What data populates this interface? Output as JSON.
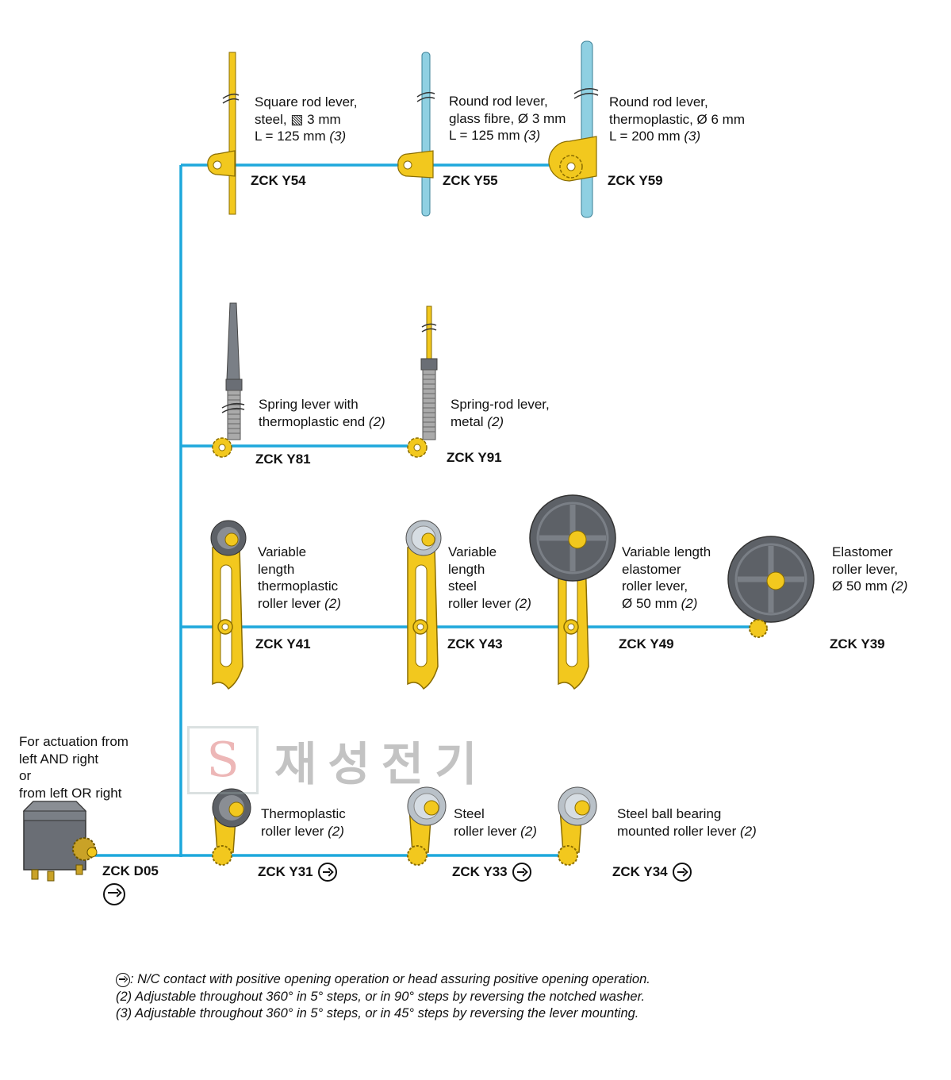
{
  "items": {
    "zcky54": {
      "code": "ZCK Y54",
      "lines": [
        "Square rod lever,",
        "steel, ▧ 3 mm",
        "L = 125 mm"
      ],
      "note": "(3)"
    },
    "zcky55": {
      "code": "ZCK Y55",
      "lines": [
        "Round rod lever,",
        "glass fibre, Ø 3 mm",
        "L = 125 mm"
      ],
      "note": "(3)"
    },
    "zcky59": {
      "code": "ZCK Y59",
      "lines": [
        "Round rod lever,",
        "thermoplastic, Ø 6 mm",
        "L = 200 mm"
      ],
      "note": "(3)"
    },
    "zcky81": {
      "code": "ZCK Y81",
      "lines": [
        "Spring lever with",
        "thermoplastic end"
      ],
      "note": "(2)"
    },
    "zcky91": {
      "code": "ZCK Y91",
      "lines": [
        "Spring-rod lever,",
        "metal"
      ],
      "note": "(2)"
    },
    "zcky41": {
      "code": "ZCK Y41",
      "lines": [
        "Variable",
        "length",
        "thermoplastic",
        "roller lever"
      ],
      "note": "(2)"
    },
    "zcky43": {
      "code": "ZCK Y43",
      "lines": [
        "Variable",
        "length",
        "steel",
        "roller lever"
      ],
      "note": "(2)"
    },
    "zcky49": {
      "code": "ZCK Y49",
      "lines": [
        "Variable length",
        "elastomer",
        "roller lever,",
        "Ø 50 mm"
      ],
      "note": "(2)"
    },
    "zcky39": {
      "code": "ZCK Y39",
      "lines": [
        "Elastomer",
        "roller lever,",
        "Ø 50 mm"
      ],
      "note": "(2)"
    },
    "zcky31": {
      "code": "ZCK Y31",
      "lines": [
        "Thermoplastic",
        "roller lever"
      ],
      "note": "(2)"
    },
    "zcky33": {
      "code": "ZCK Y33",
      "lines": [
        "Steel",
        "roller lever"
      ],
      "note": "(2)"
    },
    "zcky34": {
      "code": "ZCK Y34",
      "lines": [
        "Steel ball bearing",
        "mounted roller lever"
      ],
      "note": "(2)"
    }
  },
  "actuation": {
    "lines": [
      "For actuation from",
      "left AND right",
      "or",
      "from left OR right"
    ]
  },
  "head": {
    "code": "ZCK D05"
  },
  "footnotes": [
    ": N/C contact with positive opening operation or head assuring positive opening operation.",
    "(2) Adjustable throughout 360° in 5° steps, or in 90° steps by reversing the notched washer.",
    "(3) Adjustable throughout 360° in 5° steps, or in 45° steps by reversing the lever mounting."
  ],
  "watermark": {
    "logo": "S",
    "text": "재성전기"
  },
  "colors": {
    "line": "#1ea8dc",
    "yellow": "#f2c81e",
    "gray_rod": "#7a7f86",
    "blue_rod": "#8fd0e2",
    "wheel": "#5d6167"
  },
  "icons": {
    "positive_opening": "circled-arrow-icon"
  }
}
